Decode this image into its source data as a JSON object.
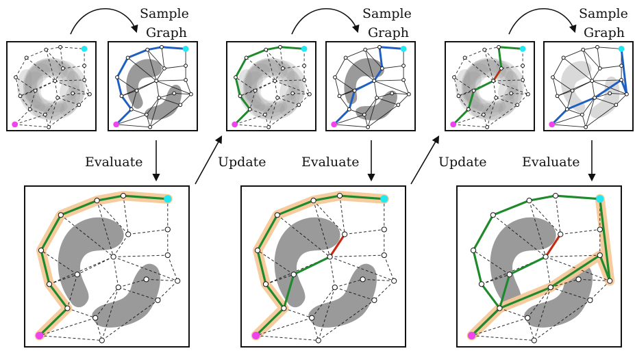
{
  "labels": {
    "sample": "Sample",
    "graph": "Graph",
    "evaluate": "Evaluate",
    "update": "Update"
  },
  "colors": {
    "obstacle": "#9a9a9a",
    "obstacle_light": "#d9d9d9",
    "best_path": "#1e8a2c",
    "sampled_path": "#1f5fbf",
    "highlight": "#f5c898",
    "invalid_edge": "#c62a14",
    "start_node": "#ee44ee",
    "goal_node": "#22e8f2",
    "edge": "#111111",
    "node_fill": "#ffffff"
  },
  "stages": [
    {
      "id": "stage-1"
    },
    {
      "id": "stage-2"
    },
    {
      "id": "stage-3"
    }
  ]
}
